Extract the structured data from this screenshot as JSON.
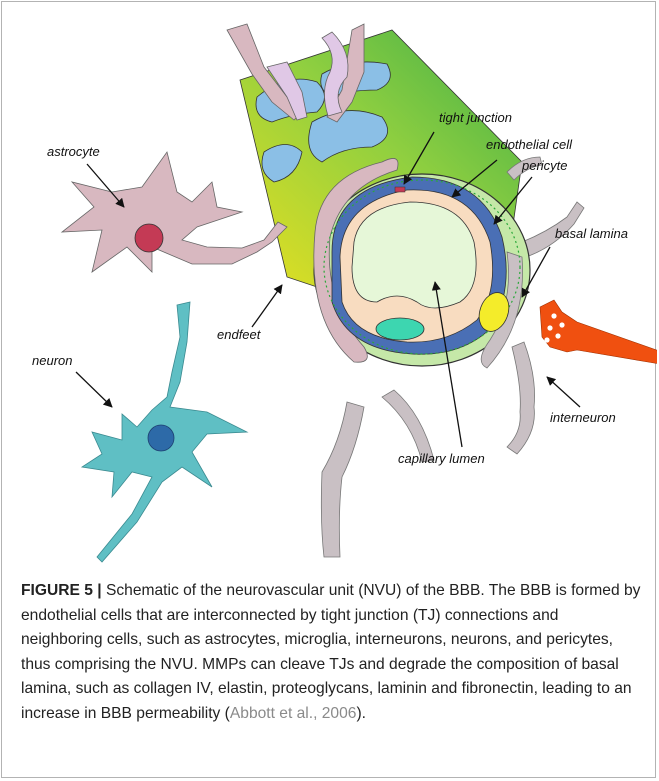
{
  "diagram": {
    "labels": {
      "astrocyte": "astrocyte",
      "neuron": "neuron",
      "endfeet": "endfeet",
      "tight_junction": "tight junction",
      "endothelial_cell": "endothelial cell",
      "pericyte": "pericyte",
      "basal_lamina": "basal lamina",
      "interneuron": "interneuron",
      "capillary_lumen": "capillary lumen"
    },
    "colors": {
      "astrocyte_body": "#d8b8c0",
      "astrocyte_nucleus": "#c43a55",
      "neuron_body": "#5fbfc4",
      "neuron_nucleus": "#2d6aa8",
      "endothelium": "#f8dcc0",
      "pericyte": "#4a6fb5",
      "basal_lamina": "#c5e8a8",
      "lumen": "#e6f7d8",
      "interneuron": "#f05010",
      "vessel_gradient_start": "#e8e020",
      "vessel_gradient_end": "#4caf50"
    }
  },
  "caption": {
    "figure_label": "FIGURE 5 |",
    "text": " Schematic of the neurovascular unit (NVU) of the BBB. The BBB is formed by endothelial cells that are interconnected by tight junction (TJ) connections and neighboring cells, such as astrocytes, microglia, interneurons, neurons, and pericytes, thus comprising the NVU. MMPs can cleave TJs and degrade the composition of basal lamina, such as collagen IV, elastin, proteoglycans, laminin and fibronectin, leading to an increase in BBB permeability (",
    "citation": "Abbott et al., 2006",
    "text_end": ")."
  }
}
